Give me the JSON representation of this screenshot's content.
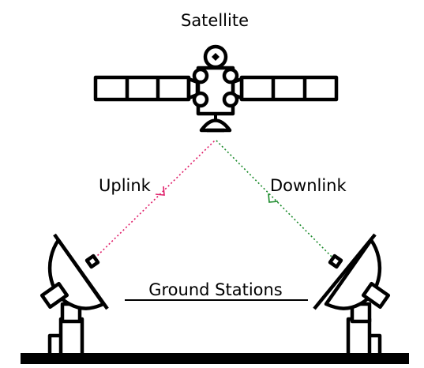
{
  "labels": {
    "satellite": "Satellite",
    "uplink": "Uplink",
    "downlink": "Downlink",
    "ground_stations": "Ground Stations"
  },
  "colors": {
    "ink": "#000000",
    "uplink": "#e0206a",
    "downlink": "#1a8a2a",
    "background": "#ffffff"
  },
  "icons": [
    "satellite-icon",
    "ground-station-dish-icon"
  ]
}
